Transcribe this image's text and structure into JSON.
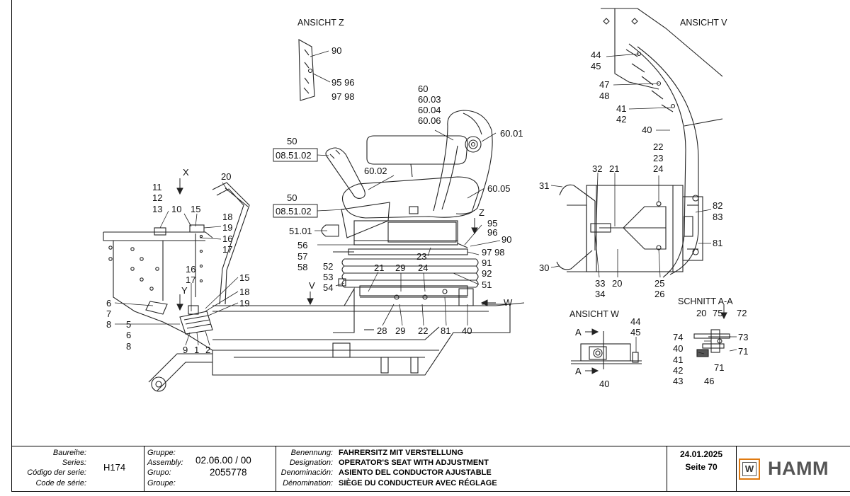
{
  "views": {
    "z": "ANSICHT Z",
    "v": "ANSICHT  V",
    "w": "ANSICHT  W",
    "aa": "SCHNITT  A-A"
  },
  "ref_boxes": [
    "08.51.02",
    "08.51.02"
  ],
  "callouts": {
    "main": [
      "90",
      "95  96",
      "97  98",
      "60",
      "60.03",
      "60.04",
      "60.06",
      "60.01",
      "50",
      "60.02",
      "60.05",
      "50",
      "Z",
      "95",
      "96",
      "90",
      "97  98",
      "51.01",
      "56",
      "57",
      "58",
      "23",
      "91",
      "92",
      "51",
      "52",
      "53",
      "54",
      "21",
      "29",
      "24",
      "28",
      "29",
      "22",
      "81",
      "40",
      "W",
      "V",
      "X",
      "20",
      "11",
      "12",
      "13",
      "10",
      "15",
      "18",
      "19",
      "16",
      "17",
      "16",
      "17",
      "Y",
      "15",
      "18",
      "19",
      "6",
      "7",
      "8",
      "5",
      "6",
      "8",
      "9",
      "1",
      "2"
    ],
    "v": [
      "44",
      "45",
      "47",
      "48",
      "41",
      "42",
      "40",
      "22",
      "23",
      "24",
      "32",
      "21",
      "31",
      "82",
      "83",
      "81",
      "30",
      "33",
      "34",
      "20",
      "25",
      "26"
    ],
    "w": [
      "44",
      "45",
      "A",
      "A",
      "40"
    ],
    "aa": [
      "20",
      "75",
      "72",
      "74",
      "73",
      "40",
      "71",
      "41",
      "42",
      "43",
      "71",
      "46"
    ]
  },
  "title_block": {
    "series_labels": [
      "Baureihe:",
      "Series:",
      "Código der serie:",
      "Code de série:"
    ],
    "series_value": "H174",
    "group_labels": [
      "Gruppe:",
      "Assembly:",
      "Grupo:",
      "Groupe:"
    ],
    "group_value_1": "02.06.00 / 00",
    "group_value_2": "2055778",
    "designation_labels": [
      "Benennung:",
      "Designation:",
      "Denominación:",
      "Dénomination:"
    ],
    "designation_values": [
      "FAHRERSITZ MIT VERSTELLUNG",
      "OPERATOR'S SEAT WITH ADJUSTMENT",
      "ASIENTO DEL CONDUCTOR AJUSTABLE",
      "SIÈGE DU CONDUCTEUR AVEC RÉGLAGE"
    ],
    "date": "24.01.2025",
    "page": "Seite 70",
    "brand": "HAMM",
    "logo_letter": "W"
  }
}
